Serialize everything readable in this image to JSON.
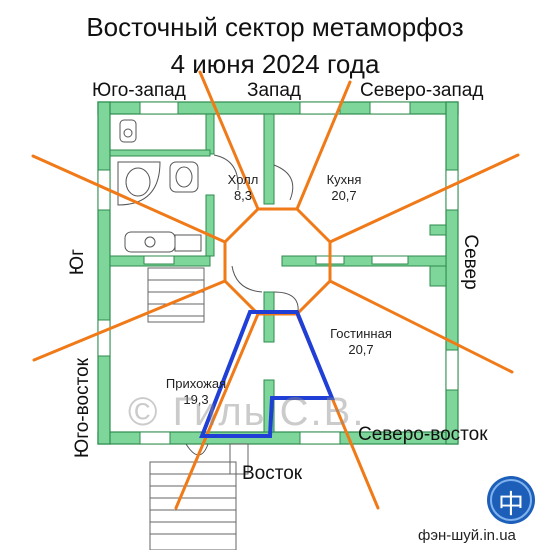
{
  "title": {
    "line1": "Восточный сектор метаморфоз",
    "line2": "4 июня 2024 года"
  },
  "directions": {
    "southwest": "Юго-запад",
    "west": "Запад",
    "northwest": "Северо-запад",
    "south": "Юг",
    "north": "Север",
    "southeast": "Юго-восток",
    "northeast": "Северо-восток",
    "east": "Восток"
  },
  "rooms": {
    "hall": {
      "name": "Холл",
      "area": "8,3"
    },
    "kitchen": {
      "name": "Кухня",
      "area": "20,7"
    },
    "living": {
      "name": "Гостинная",
      "area": "20,7"
    },
    "entry": {
      "name": "Прихожая",
      "area": "19,3"
    }
  },
  "watermark": "© Гиль С.В.",
  "logo": {
    "glyph": "中"
  },
  "site": "фэн-шуй.in.ua",
  "colors": {
    "wall": "#7ed69a",
    "wall_stroke": "#2e8b4e",
    "sector_lines": "#f07a18",
    "highlight": "#1f3fd6",
    "logo_blue": "#1d5fb8"
  }
}
